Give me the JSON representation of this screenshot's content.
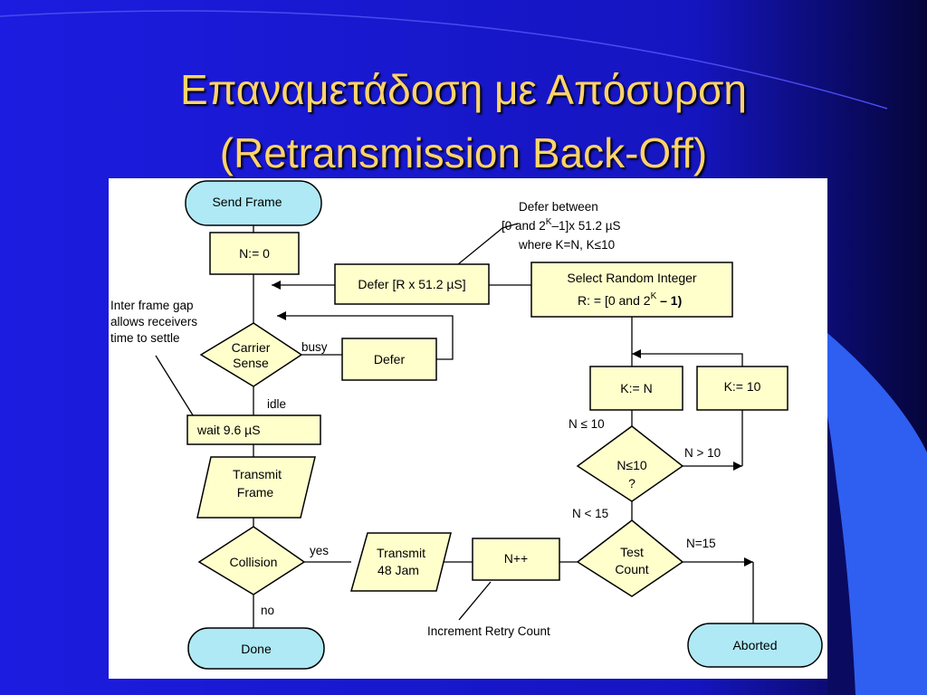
{
  "slide": {
    "title_line1": "Επαναμετάδοση με Απόσυρση",
    "title_line2": "(Retransmission Back-Off)",
    "colors": {
      "background": "#1a1ad8",
      "title": "#ffd36a",
      "process_fill": "#ffffcc",
      "terminal_fill": "#aee9f5"
    }
  },
  "diagram": {
    "nodes": {
      "send_frame": "Send Frame",
      "n_zero": "N:= 0",
      "defer_rx": "Defer [R x 51.2 µS]",
      "select_random_1": "Select Random Integer",
      "select_random_2": "R: = [0 and 2",
      "select_random_sup": "K",
      "select_random_3": " – 1)",
      "carrier_sense_1": "Carrier",
      "carrier_sense_2": "Sense",
      "defer": "Defer",
      "k_n": "K:= N",
      "k_10": "K:= 10",
      "wait": "wait 9.6 µS",
      "n_le_10_1": "N≤10",
      "n_le_10_2": "?",
      "transmit_frame_1": "Transmit",
      "transmit_frame_2": "Frame",
      "collision": "Collision",
      "transmit_jam_1": "Transmit",
      "transmit_jam_2": "48 Jam",
      "n_inc": "N++",
      "test_count_1": "Test",
      "test_count_2": "Count",
      "done": "Done",
      "aborted": "Aborted"
    },
    "labels": {
      "busy": "busy",
      "idle": "idle",
      "yes": "yes",
      "no": "no",
      "n_le_10": "N ≤ 10",
      "n_gt_10": "N > 10",
      "n_lt_15": "N < 15",
      "n_eq_15": "N=15"
    },
    "annotations": {
      "defer_between_1": "Defer between",
      "defer_between_2a": "[0 and 2",
      "defer_between_sup": "K",
      "defer_between_2b": "–1]x 51.2 µS",
      "defer_between_3": "where K=N, K≤10",
      "ifg_1": "Inter frame gap",
      "ifg_2": "allows receivers",
      "ifg_3": "time to settle",
      "increment": "Increment Retry Count"
    }
  }
}
